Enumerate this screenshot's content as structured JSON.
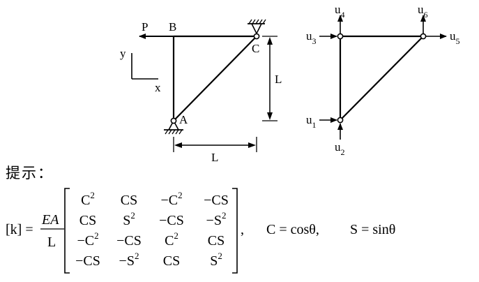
{
  "truss": {
    "force": "P",
    "node_b": "B",
    "node_c": "C",
    "node_a": "A",
    "axis_y": "y",
    "axis_x": "x",
    "dim_vertical": "L",
    "dim_horizontal": "L"
  },
  "dofs": {
    "u1": {
      "base": "u",
      "sub": "1"
    },
    "u2": {
      "base": "u",
      "sub": "2"
    },
    "u3": {
      "base": "u",
      "sub": "3"
    },
    "u4": {
      "base": "u",
      "sub": "4"
    },
    "u5": {
      "base": "u",
      "sub": "5"
    },
    "u6": {
      "base": "u",
      "sub": "6"
    }
  },
  "hint": "提示：",
  "formula": {
    "lhs": "[k] =",
    "numerator": "EA",
    "denominator": "L",
    "comma": ",",
    "c_def": "C = cosθ,",
    "s_def": "S = sinθ"
  },
  "matrix": [
    [
      "C|2",
      "CS",
      "−C|2",
      "−CS"
    ],
    [
      "CS",
      "S|2",
      "−CS",
      "−S|2"
    ],
    [
      "−C|2",
      "−CS",
      "C|2",
      "CS"
    ],
    [
      "−CS",
      "−S|2",
      "CS",
      "S|2"
    ]
  ]
}
